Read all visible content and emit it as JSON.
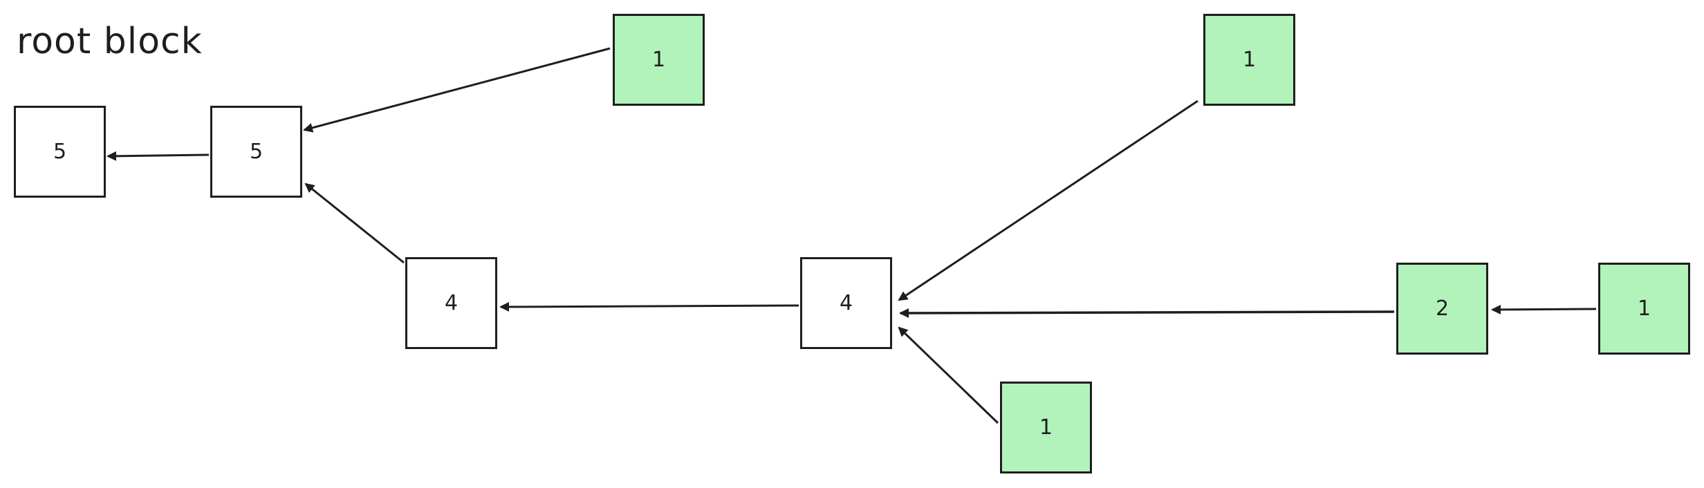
{
  "title": "root block",
  "colors": {
    "stroke": "#1e1e1e",
    "highlight": "#b2f2bb",
    "plain": "#ffffff"
  },
  "nodes": [
    {
      "id": "n1",
      "label": "5",
      "highlighted": false
    },
    {
      "id": "n2",
      "label": "5",
      "highlighted": false
    },
    {
      "id": "n3",
      "label": "1",
      "highlighted": true
    },
    {
      "id": "n4",
      "label": "4",
      "highlighted": false
    },
    {
      "id": "n5",
      "label": "4",
      "highlighted": false
    },
    {
      "id": "n6",
      "label": "1",
      "highlighted": true
    },
    {
      "id": "n7",
      "label": "1",
      "highlighted": true
    },
    {
      "id": "n8",
      "label": "2",
      "highlighted": true
    },
    {
      "id": "n9",
      "label": "1",
      "highlighted": true
    }
  ],
  "edges": [
    {
      "from": "n2",
      "to": "n1"
    },
    {
      "from": "n3",
      "to": "n2"
    },
    {
      "from": "n4",
      "to": "n2"
    },
    {
      "from": "n5",
      "to": "n4"
    },
    {
      "from": "n6",
      "to": "n5"
    },
    {
      "from": "n7",
      "to": "n5"
    },
    {
      "from": "n8",
      "to": "n5"
    },
    {
      "from": "n9",
      "to": "n8"
    }
  ]
}
